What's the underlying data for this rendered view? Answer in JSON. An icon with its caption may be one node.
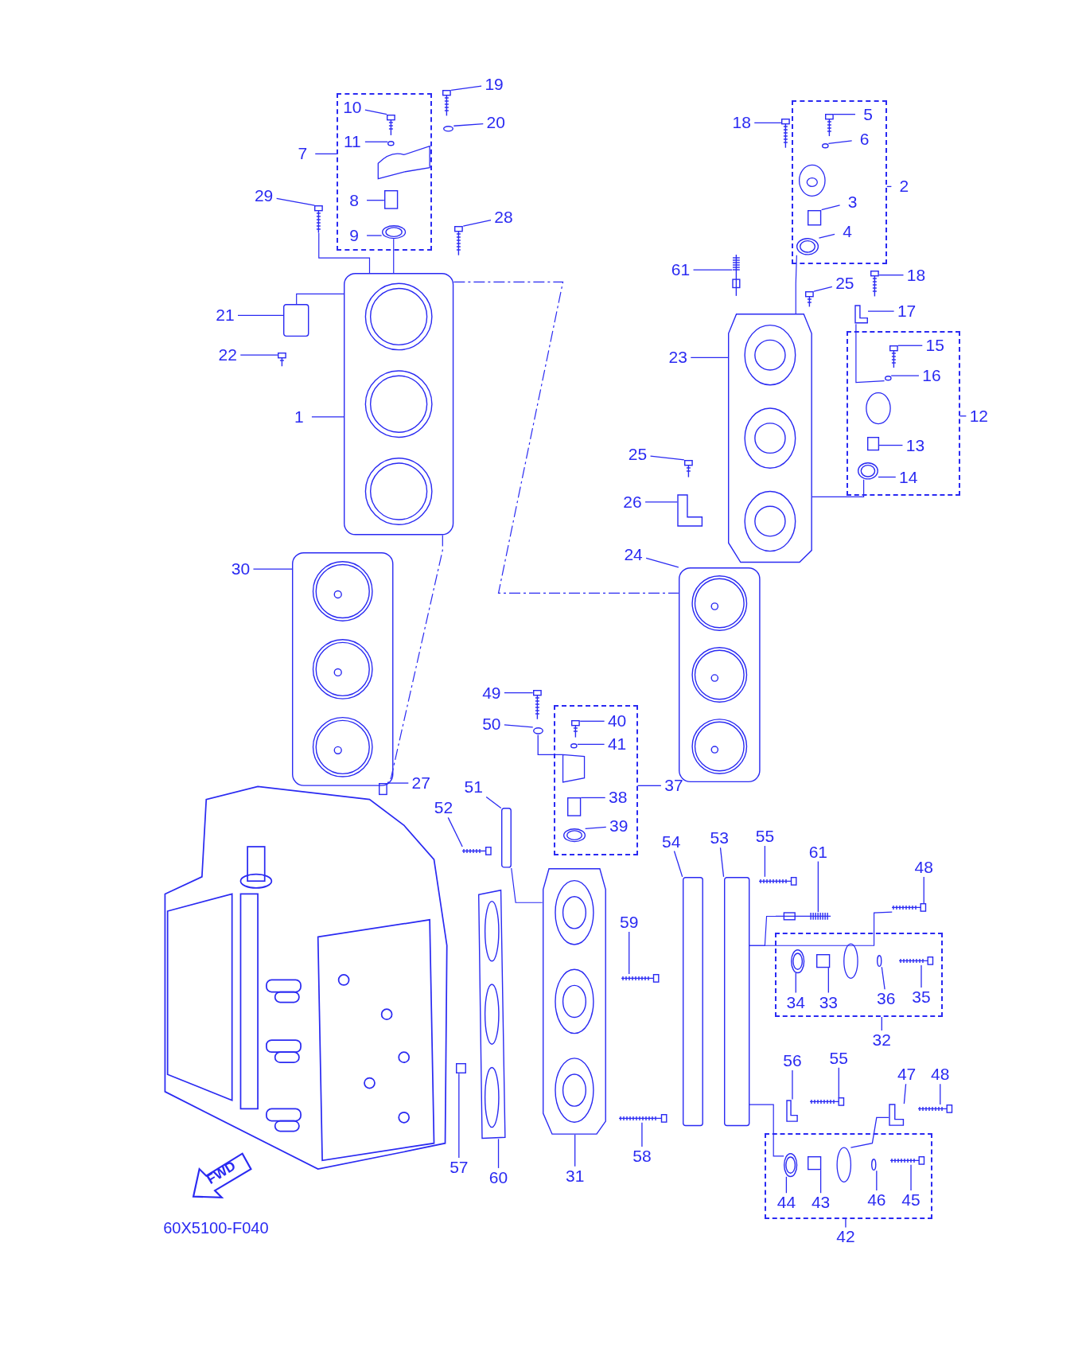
{
  "diagram": {
    "nodes": [
      {
        "text": [],
        "shape": "box"
      },
      {
        "text": [],
        "shape": "box"
      },
      {
        "text": [],
        "shape": "box"
      },
      {
        "text": [],
        "shape": "box"
      },
      {
        "text": [],
        "shape": "box"
      },
      {
        "text": [],
        "shape": "box"
      },
      {
        "text": [
          "19"
        ]
      },
      {
        "text": [
          "10"
        ],
        "in": 0
      },
      {
        "text": [
          "20"
        ]
      },
      {
        "text": [
          "7"
        ]
      },
      {
        "text": [
          "11"
        ],
        "in": 0
      },
      {
        "text": [
          "8"
        ],
        "in": 0
      },
      {
        "text": [
          "29"
        ]
      },
      {
        "text": [
          "28"
        ]
      },
      {
        "text": [
          "9"
        ],
        "in": 0
      },
      {
        "text": [
          "18"
        ]
      },
      {
        "text": [
          "5"
        ],
        "in": 1
      },
      {
        "text": [
          "6"
        ],
        "in": 1
      },
      {
        "text": [
          "2"
        ]
      },
      {
        "text": [
          "3"
        ],
        "in": 1
      },
      {
        "text": [
          "4"
        ],
        "in": 1
      },
      {
        "text": [
          "61"
        ]
      },
      {
        "text": [
          "18"
        ]
      },
      {
        "text": [
          "25"
        ]
      },
      {
        "text": [
          "17"
        ]
      },
      {
        "text": [
          "21"
        ]
      },
      {
        "text": [
          "15"
        ],
        "in": 2
      },
      {
        "text": [
          "22"
        ]
      },
      {
        "text": [
          "23"
        ]
      },
      {
        "text": [
          "16"
        ],
        "in": 2
      },
      {
        "text": [
          "12"
        ]
      },
      {
        "text": [
          "1"
        ]
      },
      {
        "text": [
          "13"
        ],
        "in": 2
      },
      {
        "text": [
          "25"
        ]
      },
      {
        "text": [
          "14"
        ],
        "in": 2
      },
      {
        "text": [
          "26"
        ]
      },
      {
        "text": [
          "24"
        ]
      },
      {
        "text": [
          "30"
        ]
      },
      {
        "text": [
          "49"
        ]
      },
      {
        "text": [
          "40"
        ],
        "in": 3
      },
      {
        "text": [
          "50"
        ]
      },
      {
        "text": [
          "41"
        ],
        "in": 3
      },
      {
        "text": [
          "27"
        ]
      },
      {
        "text": [
          "51"
        ]
      },
      {
        "text": [
          "37"
        ]
      },
      {
        "text": [
          "38"
        ],
        "in": 3
      },
      {
        "text": [
          "52"
        ]
      },
      {
        "text": [
          "39"
        ],
        "in": 3
      },
      {
        "text": [
          "55"
        ]
      },
      {
        "text": [
          "53"
        ]
      },
      {
        "text": [
          "54"
        ]
      },
      {
        "text": [
          "61"
        ]
      },
      {
        "text": [
          "48"
        ]
      },
      {
        "text": [
          "59"
        ]
      },
      {
        "text": [
          "36"
        ],
        "in": 4
      },
      {
        "text": [
          "35"
        ],
        "in": 4
      },
      {
        "text": [
          "34"
        ],
        "in": 4
      },
      {
        "text": [
          "33"
        ],
        "in": 4
      },
      {
        "text": [
          "32"
        ]
      },
      {
        "text": [
          "55"
        ]
      },
      {
        "text": [
          "56"
        ]
      },
      {
        "text": [
          "47"
        ]
      },
      {
        "text": [
          "48"
        ]
      },
      {
        "text": [
          "58"
        ]
      },
      {
        "text": [
          "57"
        ]
      },
      {
        "text": [
          "31"
        ]
      },
      {
        "text": [
          "60"
        ]
      },
      {
        "text": [
          "45"
        ],
        "in": 5
      },
      {
        "text": [
          "46"
        ],
        "in": 5
      },
      {
        "text": [
          "44"
        ],
        "in": 5
      },
      {
        "text": [
          "43"
        ],
        "in": 5
      },
      {
        "text": [
          "42"
        ]
      },
      {
        "text": [],
        "shape": "picture"
      },
      {
        "text": [],
        "shape": "picture",
        "in": 0
      },
      {
        "text": [],
        "shape": "circle"
      },
      {
        "text": [],
        "shape": "circle",
        "in": 0
      },
      {
        "text": [],
        "shape": "box",
        "in": 0
      },
      {
        "text": [],
        "shape": "picture"
      },
      {
        "text": [],
        "shape": "picture"
      },
      {
        "text": [],
        "shape": "picture",
        "in": 0
      },
      {
        "text": [],
        "shape": "picture"
      },
      {
        "text": [],
        "shape": "picture",
        "in": 1
      },
      {
        "text": [],
        "shape": "circle",
        "in": 1
      },
      {
        "text": [],
        "shape": "box",
        "in": 1
      },
      {
        "text": [],
        "shape": "picture",
        "in": 1
      },
      {
        "text": [],
        "shape": "picture"
      },
      {
        "text": [],
        "shape": "picture"
      },
      {
        "text": [],
        "shape": "picture"
      },
      {
        "text": [],
        "shape": "picture"
      },
      {
        "text": [],
        "shape": "bar"
      },
      {
        "text": [],
        "shape": "picture",
        "in": 2
      },
      {
        "text": [],
        "shape": "picture"
      },
      {
        "text": [],
        "shape": "picture"
      },
      {
        "text": [],
        "shape": "circle",
        "in": 2
      },
      {
        "text": [],
        "shape": "picture"
      },
      {
        "text": [],
        "shape": "box",
        "in": 2
      },
      {
        "text": [],
        "shape": "picture"
      },
      {
        "text": [],
        "shape": "picture",
        "in": 2
      },
      {
        "text": [],
        "shape": "picture"
      },
      {
        "text": [],
        "shape": "picture"
      },
      {
        "text": [],
        "shape": "picture"
      },
      {
        "text": [],
        "shape": "picture"
      },
      {
        "text": [],
        "shape": "picture",
        "in": 3
      },
      {
        "text": [],
        "shape": "circle"
      },
      {
        "text": [],
        "shape": "circle",
        "in": 3
      },
      {
        "text": [],
        "shape": "box"
      },
      {
        "text": [],
        "shape": "bar"
      },
      {
        "text": [],
        "shape": "box",
        "in": 3
      },
      {
        "text": [],
        "shape": "picture"
      },
      {
        "text": [],
        "shape": "picture",
        "in": 3
      },
      {
        "text": [],
        "shape": "picture"
      },
      {
        "text": [],
        "shape": "bar"
      },
      {
        "text": [],
        "shape": "bar"
      },
      {
        "text": [],
        "shape": "picture"
      },
      {
        "text": [],
        "shape": "picture"
      },
      {
        "text": [],
        "shape": "picture"
      },
      {
        "text": [],
        "shape": "circle",
        "in": 4
      },
      {
        "text": [],
        "shape": "picture",
        "in": 4
      },
      {
        "text": [],
        "shape": "picture",
        "in": 4
      },
      {
        "text": [],
        "shape": "box",
        "in": 4
      },
      {
        "text": [],
        "shape": "picture"
      },
      {
        "text": [],
        "shape": "picture"
      },
      {
        "text": [],
        "shape": "picture"
      },
      {
        "text": [],
        "shape": "picture"
      },
      {
        "text": [],
        "shape": "picture"
      },
      {
        "text": [],
        "shape": "box"
      },
      {
        "text": [],
        "shape": "picture"
      },
      {
        "text": [],
        "shape": "picture"
      },
      {
        "text": [],
        "shape": "picture",
        "in": 5
      },
      {
        "text": [],
        "shape": "circle",
        "in": 5
      },
      {
        "text": [],
        "shape": "picture",
        "in": 5
      },
      {
        "text": [],
        "shape": "box",
        "in": 5
      }
    ],
    "edges": [
      {
        "from": 6,
        "to": 72,
        "arrow": "none"
      },
      {
        "from": 7,
        "to": 73,
        "arrow": "none"
      },
      {
        "from": 8,
        "to": 74,
        "arrow": "none"
      },
      {
        "from": 9,
        "to": 0,
        "arrow": "none"
      },
      {
        "from": 10,
        "to": 75,
        "arrow": "none"
      },
      {
        "from": 11,
        "to": 76,
        "arrow": "none"
      },
      {
        "from": 12,
        "to": 77,
        "arrow": "none"
      },
      {
        "from": 13,
        "to": 78,
        "arrow": "none"
      },
      {
        "from": 14,
        "to": 79,
        "arrow": "none"
      },
      {
        "from": 15,
        "to": 80,
        "arrow": "none"
      },
      {
        "from": 16,
        "to": 81,
        "arrow": "none"
      },
      {
        "from": 17,
        "to": 82,
        "arrow": "none"
      },
      {
        "from": 18,
        "to": 1,
        "arrow": "none"
      },
      {
        "from": 19,
        "to": 83,
        "arrow": "none"
      },
      {
        "from": 20,
        "to": 84,
        "arrow": "none"
      },
      {
        "from": 21,
        "to": 85,
        "arrow": "none"
      },
      {
        "from": 22,
        "to": 86,
        "arrow": "none"
      },
      {
        "from": 23,
        "to": 87,
        "arrow": "none"
      },
      {
        "from": 24,
        "to": 88,
        "arrow": "none"
      },
      {
        "from": 25,
        "to": 89,
        "arrow": "none"
      },
      {
        "from": 26,
        "to": 90,
        "arrow": "none"
      },
      {
        "from": 27,
        "to": 91,
        "arrow": "none"
      },
      {
        "from": 28,
        "to": 92,
        "arrow": "none"
      },
      {
        "from": 29,
        "to": 93,
        "arrow": "none"
      },
      {
        "from": 30,
        "to": 2,
        "arrow": "none"
      },
      {
        "from": 31,
        "to": 94,
        "arrow": "none"
      },
      {
        "from": 32,
        "to": 95,
        "arrow": "none"
      },
      {
        "from": 33,
        "to": 96,
        "arrow": "none"
      },
      {
        "from": 34,
        "to": 97,
        "arrow": "none"
      },
      {
        "from": 35,
        "to": 98,
        "arrow": "none"
      },
      {
        "from": 36,
        "to": 99,
        "arrow": "none"
      },
      {
        "from": 37,
        "to": 100,
        "arrow": "none"
      },
      {
        "from": 38,
        "to": 101,
        "arrow": "none"
      },
      {
        "from": 39,
        "to": 102,
        "arrow": "none"
      },
      {
        "from": 40,
        "to": 103,
        "arrow": "none"
      },
      {
        "from": 41,
        "to": 104,
        "arrow": "none"
      },
      {
        "from": 42,
        "to": 105,
        "arrow": "none"
      },
      {
        "from": 43,
        "to": 106,
        "arrow": "none"
      },
      {
        "from": 44,
        "to": 3,
        "arrow": "none"
      },
      {
        "from": 45,
        "to": 107,
        "arrow": "none"
      },
      {
        "from": 46,
        "to": 108,
        "arrow": "none"
      },
      {
        "from": 47,
        "to": 109,
        "arrow": "none"
      },
      {
        "from": 48,
        "to": 110,
        "arrow": "none"
      },
      {
        "from": 49,
        "to": 111,
        "arrow": "none"
      },
      {
        "from": 50,
        "to": 112,
        "arrow": "none"
      },
      {
        "from": 51,
        "to": 113,
        "arrow": "none"
      },
      {
        "from": 52,
        "to": 114,
        "arrow": "none"
      },
      {
        "from": 53,
        "to": 115,
        "arrow": "none"
      },
      {
        "from": 54,
        "to": 116,
        "arrow": "none"
      },
      {
        "from": 55,
        "to": 118,
        "arrow": "none"
      },
      {
        "from": 56,
        "to": 117,
        "arrow": "none"
      },
      {
        "from": 57,
        "to": 119,
        "arrow": "none"
      },
      {
        "from": 58,
        "to": 4,
        "arrow": "none"
      },
      {
        "from": 59,
        "to": 120,
        "arrow": "none"
      },
      {
        "from": 60,
        "to": 121,
        "arrow": "none"
      },
      {
        "from": 61,
        "to": 122,
        "arrow": "none"
      },
      {
        "from": 62,
        "to": 123,
        "arrow": "none"
      },
      {
        "from": 63,
        "to": 124,
        "arrow": "none"
      },
      {
        "from": 64,
        "to": 125,
        "arrow": "none"
      },
      {
        "from": 65,
        "to": 126,
        "arrow": "none"
      },
      {
        "from": 66,
        "to": 127,
        "arrow": "none"
      },
      {
        "from": 67,
        "to": 130,
        "arrow": "none"
      },
      {
        "from": 68,
        "to": 129,
        "arrow": "none"
      },
      {
        "from": 69,
        "to": 128,
        "arrow": "none"
      },
      {
        "from": 70,
        "to": 131,
        "arrow": "none"
      },
      {
        "from": 71,
        "to": 5,
        "arrow": "none"
      },
      {
        "from": 77,
        "to": 94,
        "arrow": "none"
      },
      {
        "from": 79,
        "to": 94,
        "arrow": "none"
      },
      {
        "from": 89,
        "to": 94,
        "arrow": "none"
      },
      {
        "from": 84,
        "to": 92,
        "arrow": "none"
      },
      {
        "from": 88,
        "to": 93,
        "arrow": "none"
      },
      {
        "from": 92,
        "to": 97,
        "arrow": "none"
      },
      {
        "from": 94,
        "to": 99,
        "arrow": "none",
        "style": "dashed"
      },
      {
        "from": 94,
        "to": 105,
        "arrow": "none",
        "style": "dashed"
      },
      {
        "from": 106,
        "to": 126,
        "arrow": "none"
      },
      {
        "from": 111,
        "to": 114,
        "arrow": "none"
      },
      {
        "from": 111,
        "to": 113,
        "arrow": "none"
      },
      {
        "from": 111,
        "to": 128,
        "arrow": "none"
      }
    ],
    "labels": [
      "FWD",
      "60X5100-F040"
    ]
  }
}
